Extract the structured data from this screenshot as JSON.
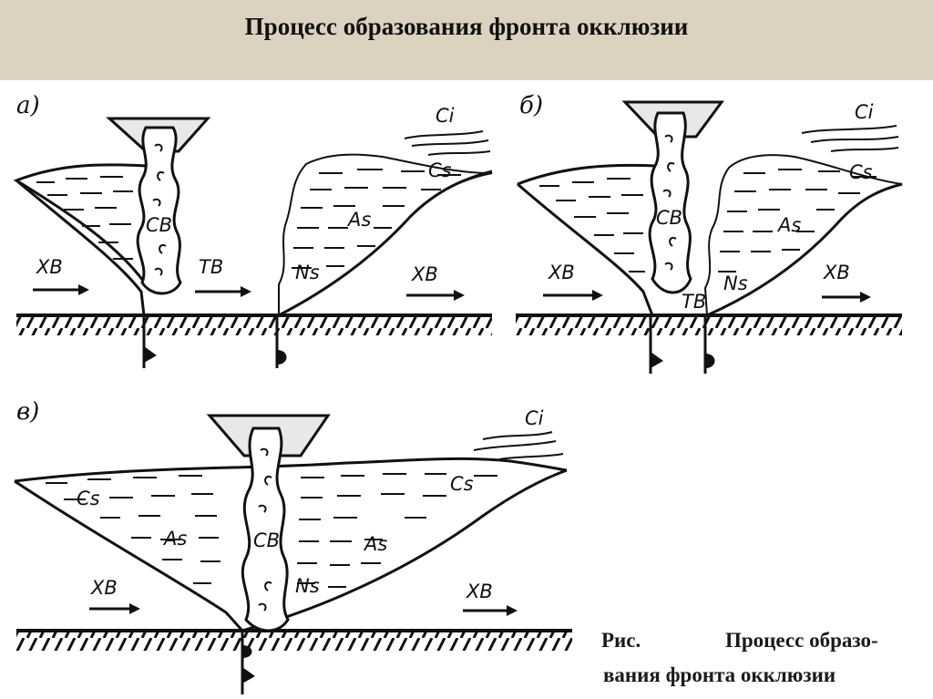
{
  "page": {
    "title": "Процесс образования фронта окклюзии"
  },
  "panels": [
    {
      "label": "а)",
      "clouds": {
        "cb": "СВ",
        "ci": "Ci",
        "cs": "Cs",
        "as": "As",
        "ns": "Ns"
      },
      "air_masses": {
        "cold_left": "ХВ",
        "warm": "ТВ",
        "cold_right": "ХВ"
      }
    },
    {
      "label": "б)",
      "clouds": {
        "cb": "СВ",
        "ci": "Ci",
        "cs": "Cs",
        "as": "As",
        "ns": "Ns"
      },
      "air_masses": {
        "cold_left": "ХВ",
        "warm": "ТВ",
        "cold_right": "ХВ"
      }
    },
    {
      "label": "в)",
      "clouds": {
        "cb": "СВ",
        "ci": "Ci",
        "cs_left": "Cs",
        "cs_right": "Cs",
        "as_left": "As",
        "as_right": "As",
        "ns": "Ns"
      },
      "air_masses": {
        "cold_left": "ХВ",
        "cold_right": "ХВ"
      }
    }
  ],
  "caption": {
    "prefix": "Рис.",
    "line1": "Процесс образо-",
    "line2": "вания фронта окклюзии"
  }
}
